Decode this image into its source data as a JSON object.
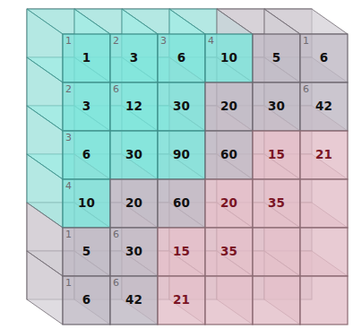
{
  "diagram": {
    "nodes": [
      {
        "text": [
          "1",
          "1"
        ]
      },
      {
        "text": [
          "2",
          "3"
        ]
      },
      {
        "text": [
          "3",
          "6"
        ]
      },
      {
        "text": [
          "4",
          "10"
        ]
      },
      {
        "text": [
          "5"
        ]
      },
      {
        "text": [
          "1",
          "6"
        ]
      },
      {
        "text": [
          "2",
          "3"
        ]
      },
      {
        "text": [
          "6",
          "12"
        ]
      },
      {
        "text": [
          "30"
        ]
      },
      {
        "text": [
          "20"
        ]
      },
      {
        "text": [
          "30"
        ]
      },
      {
        "text": [
          "6",
          "42"
        ]
      },
      {
        "text": [
          "3",
          "6"
        ]
      },
      {
        "text": [
          "30"
        ]
      },
      {
        "text": [
          "90"
        ]
      },
      {
        "text": [
          "60"
        ]
      },
      {
        "text": [
          "15"
        ]
      },
      {
        "text": [
          "21"
        ]
      },
      {
        "text": [
          "4",
          "10"
        ]
      },
      {
        "text": [
          "20"
        ]
      },
      {
        "text": [
          "60"
        ]
      },
      {
        "text": [
          "20"
        ]
      },
      {
        "text": [
          "35"
        ]
      },
      {
        "text": [
          "1",
          "5"
        ]
      },
      {
        "text": [
          "6",
          "30"
        ]
      },
      {
        "text": [
          "15"
        ]
      },
      {
        "text": [
          "35"
        ]
      },
      {
        "text": [
          "1",
          "6"
        ]
      },
      {
        "text": [
          "6",
          "42"
        ]
      },
      {
        "text": [
          "21"
        ]
      }
    ]
  }
}
